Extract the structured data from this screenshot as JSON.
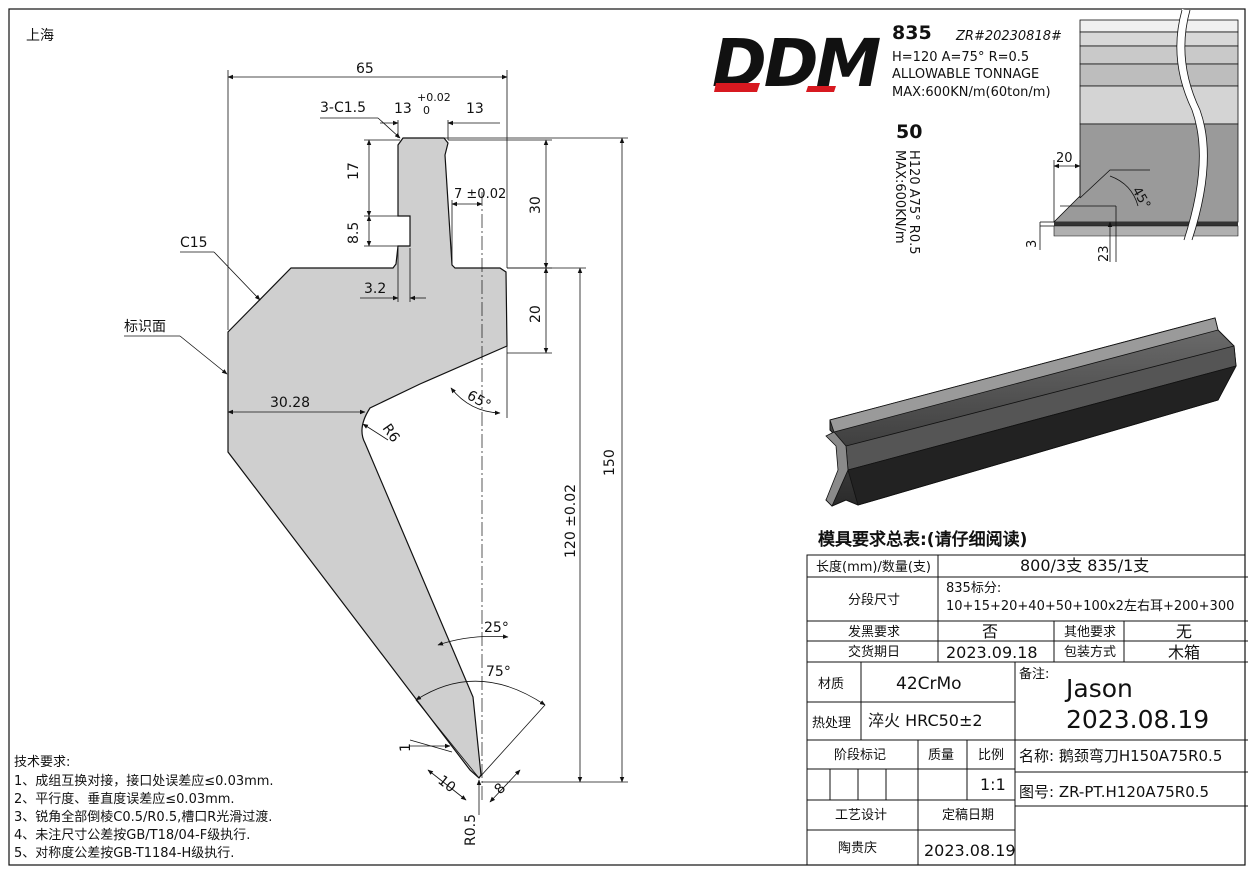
{
  "header": {
    "location": "上海",
    "brand": "DDM",
    "model": "835",
    "ref": "ZR#20230818#",
    "spec": "H=120   A=75°    R=0.5",
    "tonnage_label": "ALLOWABLE   TONNAGE",
    "tonnage_value": "MAX:600KN/m(60ton/m)",
    "marking_number": "50",
    "marking_line1": "H120  A75° R0.5",
    "marking_line2": "MAX:600KN/m"
  },
  "dimensions": {
    "d65": "65",
    "chamfer": "3-C1.5",
    "d13a": "13",
    "tol_upper": "+0.02",
    "tol_lower": "0",
    "d13b": "13",
    "d17": "17",
    "d8_5": "8.5",
    "d3_2": "3.2",
    "d7": "7 ±0.02",
    "d30": "30",
    "d20": "20",
    "c15": "C15",
    "marking_face": "标识面",
    "d30_28": "30.28",
    "r6": "R6",
    "a65": "65°",
    "d120": "120 ±0.02",
    "d150": "150",
    "a25": "25°",
    "a75": "75°",
    "d1": "1",
    "d10": "10",
    "d8": "8",
    "r0_5": "R0.5",
    "s20": "20",
    "s45": "45°",
    "s3": "3",
    "s23": "23"
  },
  "tech_requirements": {
    "title": "技术要求:",
    "items": [
      "1、成组互换对接，接口处误差应≤0.03mm.",
      "2、平行度、垂直度误差应≤0.03mm.",
      "3、锐角全部倒棱C0.5/R0.5,槽口R光滑过渡.",
      "4、未注尺寸公差按GB/T18/04-F级执行.",
      "5、对称度公差按GB-T1184-H级执行."
    ]
  },
  "table": {
    "title": "模具要求总表:(请仔细阅读)",
    "length_label": "长度(mm)/数量(支)",
    "length_value": "800/3支  835/1支",
    "segment_label": "分段尺寸",
    "segment_value1": "835标分:",
    "segment_value2": "10+15+20+40+50+100x2左右耳+200+300",
    "blacken_label": "发黑要求",
    "blacken_value": "否",
    "other_label": "其他要求",
    "other_value": "无",
    "delivery_label": "交货期日",
    "delivery_value": "2023.09.18",
    "packing_label": "包装方式",
    "packing_value": "木箱",
    "material_label": "材质",
    "material_value": "42CrMo",
    "remarks_label": "备注:",
    "remarks_name": "Jason",
    "remarks_date": "2023.08.19",
    "heat_label": "热处理",
    "heat_value": "淬火 HRC50±2",
    "stage_label": "阶段标记",
    "mass_label": "质量",
    "scale_label": "比例",
    "scale_value": "1:1",
    "name_text": "名称: 鹅颈弯刀H150A75R0.5",
    "drawing_no": "图号: ZR-PT.H120A75R0.5",
    "process_label": "工艺设计",
    "final_date_label": "定稿日期",
    "designer": "陶贵庆",
    "final_date": "2023.08.19"
  },
  "colors": {
    "fill": "#cfcfcf",
    "line": "#111111",
    "brand_red": "#d71920"
  }
}
